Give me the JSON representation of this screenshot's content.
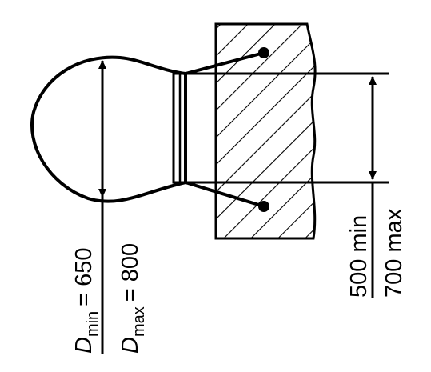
{
  "figure": {
    "left_labels": {
      "dmin": {
        "symbol": "D",
        "subscript": "min",
        "value": "= 650"
      },
      "dmax": {
        "symbol": "D",
        "subscript": "max",
        "value": "= 800"
      }
    },
    "right_labels": {
      "min_depth": "500 min",
      "max_depth": "700 max"
    },
    "colors": {
      "ink": "#000000",
      "background": "#ffffff"
    }
  }
}
